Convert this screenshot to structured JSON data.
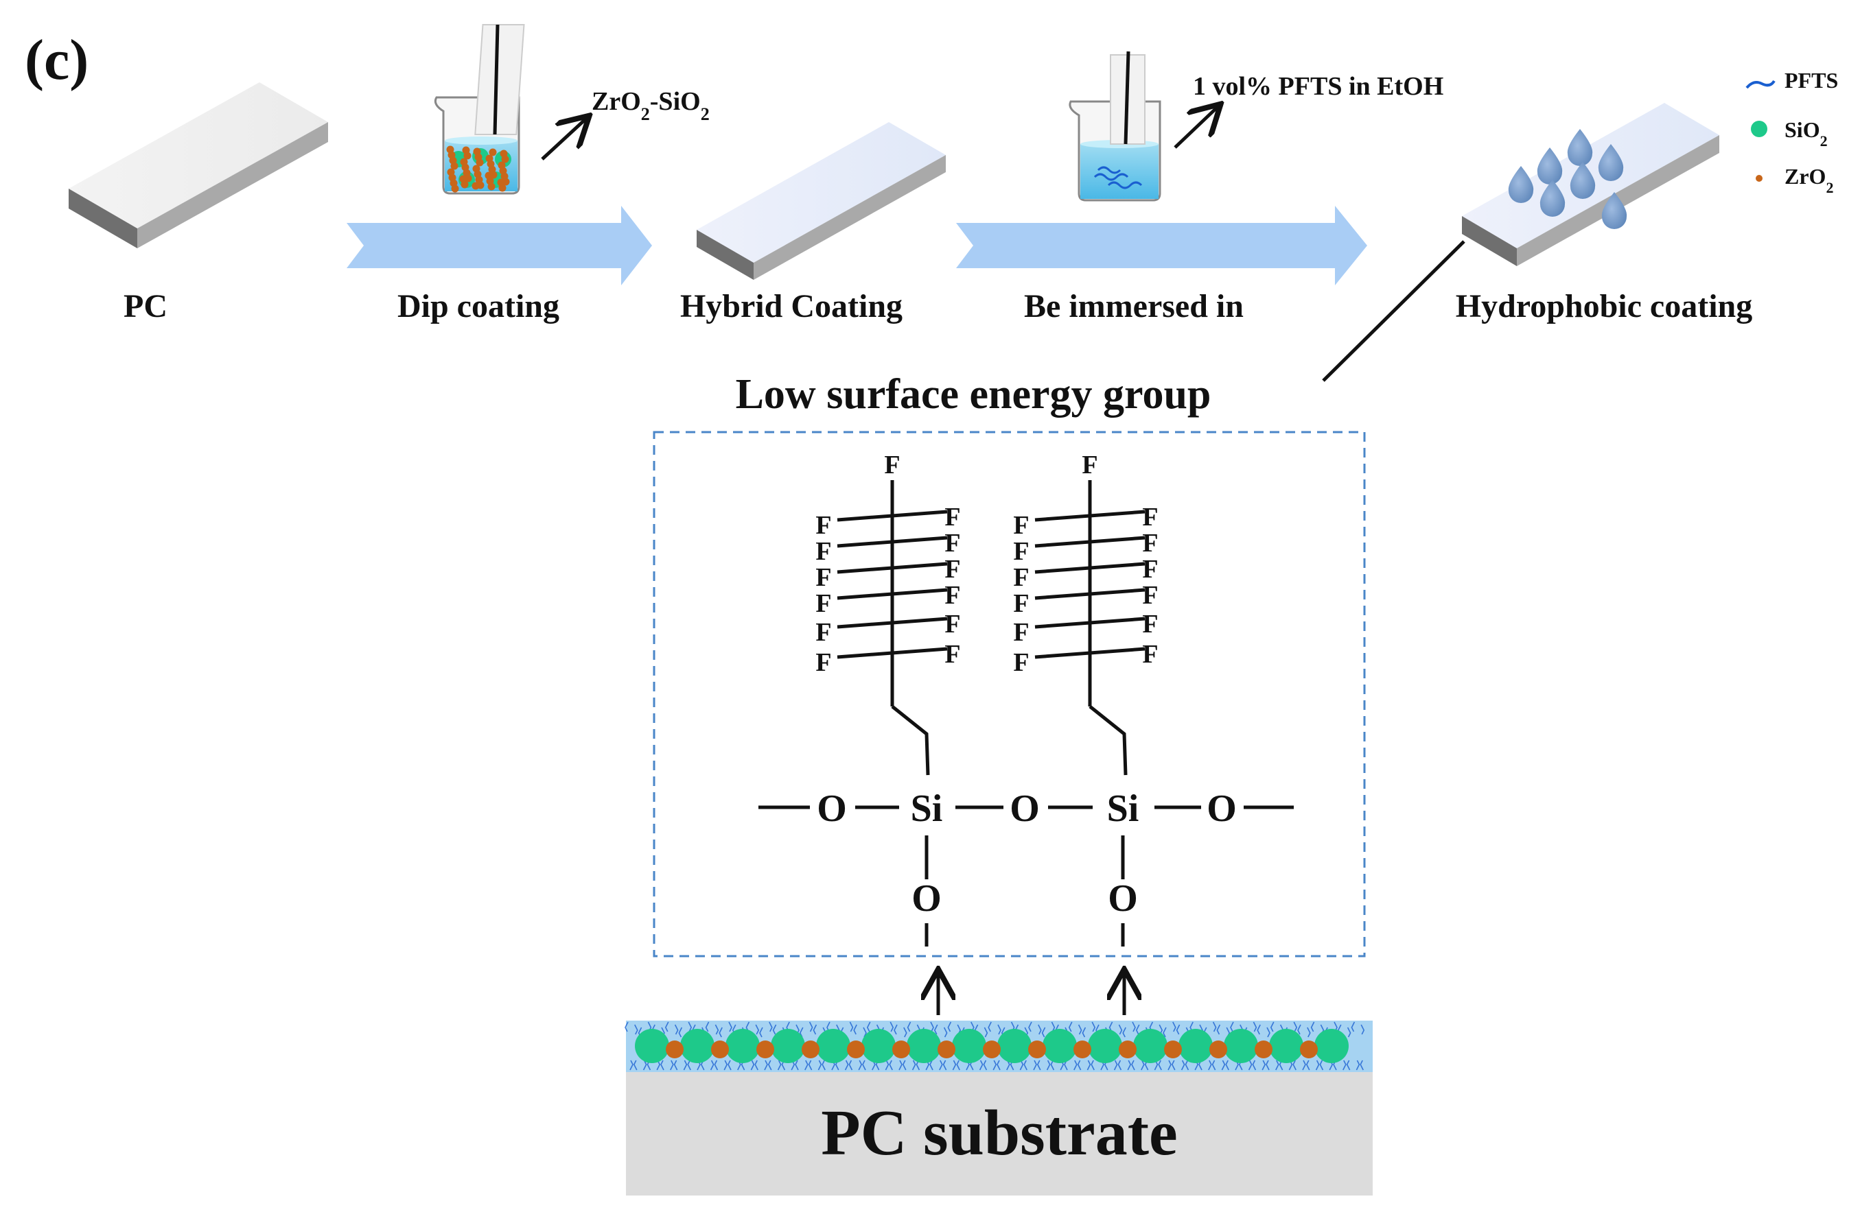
{
  "panel_label": "(c)",
  "steps": [
    {
      "label": "PC"
    },
    {
      "label": "Dip coating"
    },
    {
      "label": "Hybrid Coating"
    },
    {
      "label": "Be immersed in"
    },
    {
      "label": "Hydrophobic coating"
    }
  ],
  "solution_labels": {
    "zro2_sio2": {
      "zr": "ZrO",
      "sub1": "2",
      "mid": "-SiO",
      "sub2": "2"
    },
    "pfts": "1 vol% PFTS in EtOH"
  },
  "legend": [
    {
      "text": "PFTS",
      "sub": ""
    },
    {
      "text": "SiO",
      "sub": "2"
    },
    {
      "text": "ZrO",
      "sub": "2"
    }
  ],
  "zoom_title": "Low surface energy group",
  "molecule": {
    "fluorine": "F",
    "oxygen": "O",
    "silicon": "Si"
  },
  "substrate_label": "PC substrate",
  "colors": {
    "arrow_fill": "#a9cdf5",
    "sio2_particle": "#1ec98a",
    "zro2_particle": "#c8661a",
    "coating_layer": "#a6d3f2",
    "drop": "#6f95c4",
    "substrate": "#dcdcdc",
    "dashed_box": "#4a86c8"
  }
}
